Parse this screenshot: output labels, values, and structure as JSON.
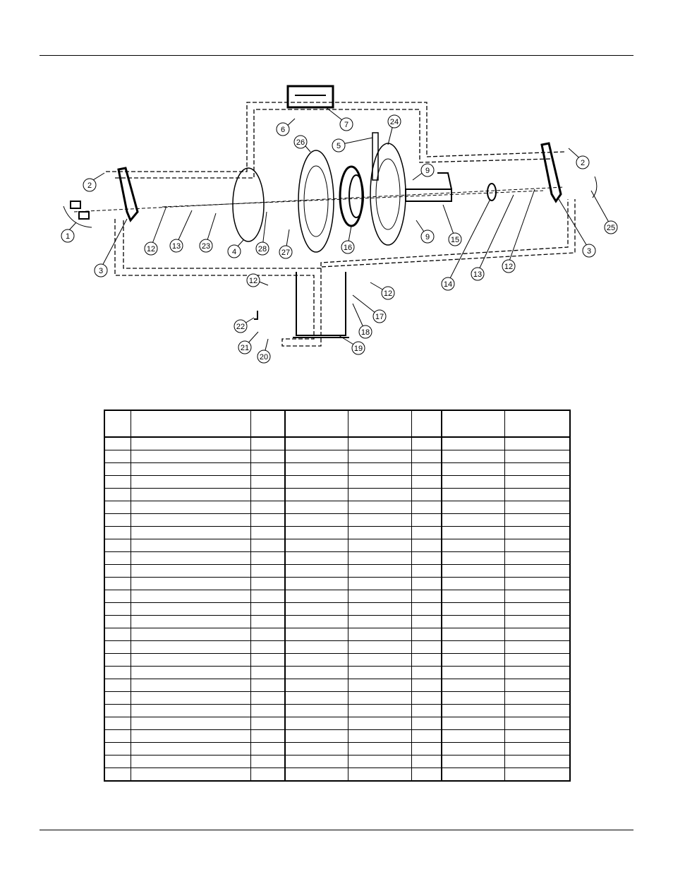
{
  "diagram": {
    "callouts": [
      "1",
      "2",
      "3",
      "4",
      "5",
      "6",
      "7",
      "9",
      "12",
      "13",
      "14",
      "15",
      "16",
      "17",
      "18",
      "19",
      "20",
      "21",
      "22",
      "23",
      "24",
      "25",
      "26",
      "27",
      "28"
    ]
  },
  "parts_table": {
    "columns": 8,
    "rows": 27
  }
}
